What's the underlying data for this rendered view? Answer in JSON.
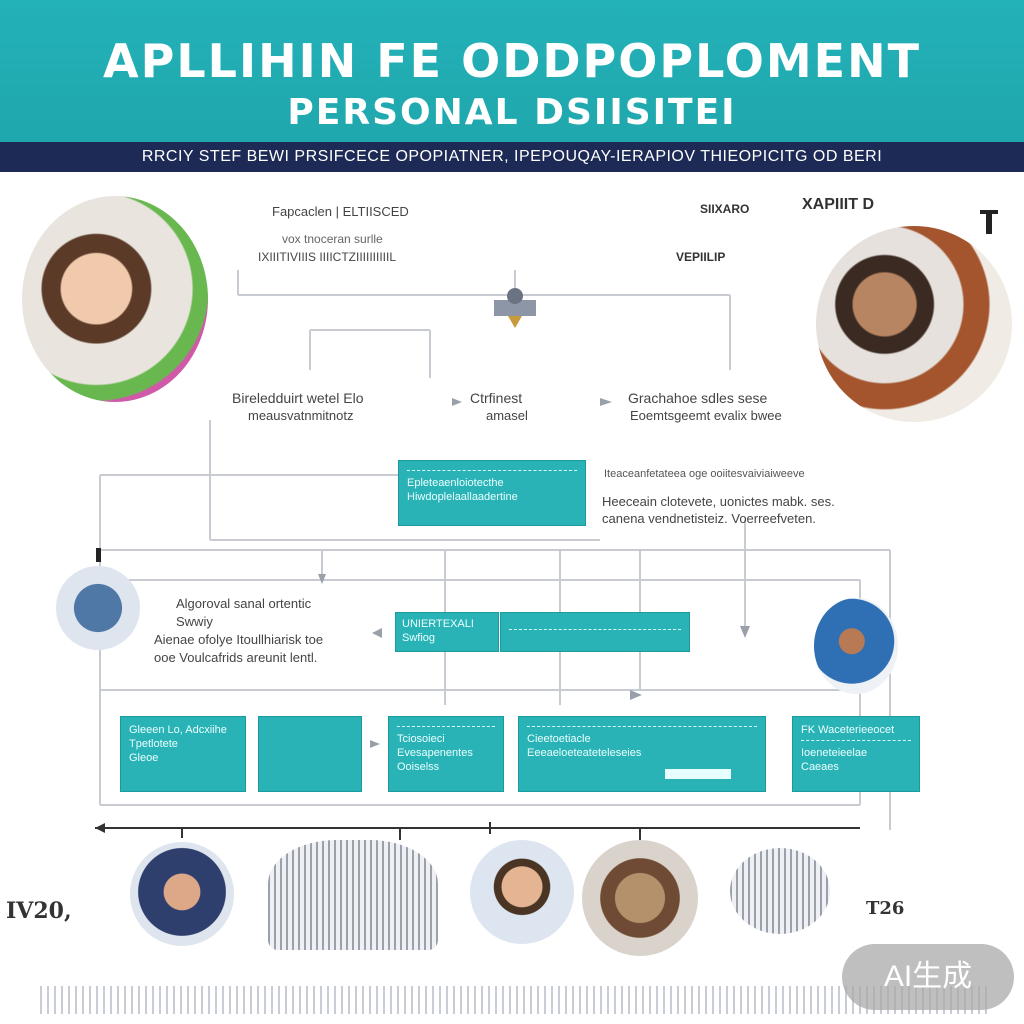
{
  "header": {
    "title_line1": "APLLIHIN FE ODDPOPLOMENT",
    "title_line2": "PERSONAL DSIISITEI",
    "subtitle": "RRCIY STEF BEWI PRSIFCECE OPOPIATNER, IPEPOUQAY-IERAPIOV THIEOPICITG OD BERI"
  },
  "top": {
    "label_left": "Fapcaclen | ELTIISCED",
    "label_left_sub": "vox tnoceran surlle",
    "label_left_sub2": "IXIIITIVIIIS IIIICTZIIIIIIIIIIL",
    "label_right1": "SIIXARO",
    "label_right2": "XAPIIIT D",
    "label_right3": "VEPIILIP"
  },
  "row1": {
    "node_left": "Bireledduirt wetel Elo",
    "node_left_sub": "meausvatnmitnotz",
    "node_mid": "Ctrfinest",
    "node_mid_sub": "amasel",
    "node_right": "Grachahoe sdles sese",
    "node_right_sub": "Eoemtsgeemt evalix bwee"
  },
  "center_box": {
    "line1": "Epleteaenloiotecthe",
    "line2": "Hiwdoplelaallaadertine"
  },
  "center_right": {
    "line1": "Iteaceanfetateea oge ooiitesvaiviaiweeve",
    "line2": "Heeceain clotevete, uonictes mabk. ses.",
    "line3": "canena vendnetisteiz. Voerreefveten."
  },
  "left_card": {
    "line1": "Algoroval sanal ortentic",
    "line2": "Swwiy",
    "line3": "Aienae ofolye Itoullhiarisk toe",
    "line4": "ooe Voulcafrids areunit lentl."
  },
  "mid_box": {
    "title": "UNIERTEXALI",
    "sub": "Swfiog"
  },
  "bottom_boxes": [
    {
      "line1": "Gleeen Lo, Adcxiihe",
      "line2": "Tpetlotete",
      "line3": "Gleoe"
    },
    {
      "line1": "",
      "line2": "",
      "line3": ""
    },
    {
      "line1": "Tciosoieci",
      "line2": "Evesapenentes",
      "line3": "Ooiselss"
    },
    {
      "line1": "Cieetoetiacle",
      "line2": "Eeeaeloeteateteleseies",
      "line3": ""
    },
    {
      "line1": "FK Waceterieeocet",
      "line2": "Ioeneteieelae",
      "line3": "Caeaes"
    }
  ],
  "timeline": {
    "left_label": "IV20,",
    "right_label": "T26"
  },
  "watermark": "AI生成",
  "colors": {
    "teal": "#23b2b8",
    "navy": "#1d2a55",
    "box_teal": "#2ab3b6"
  }
}
